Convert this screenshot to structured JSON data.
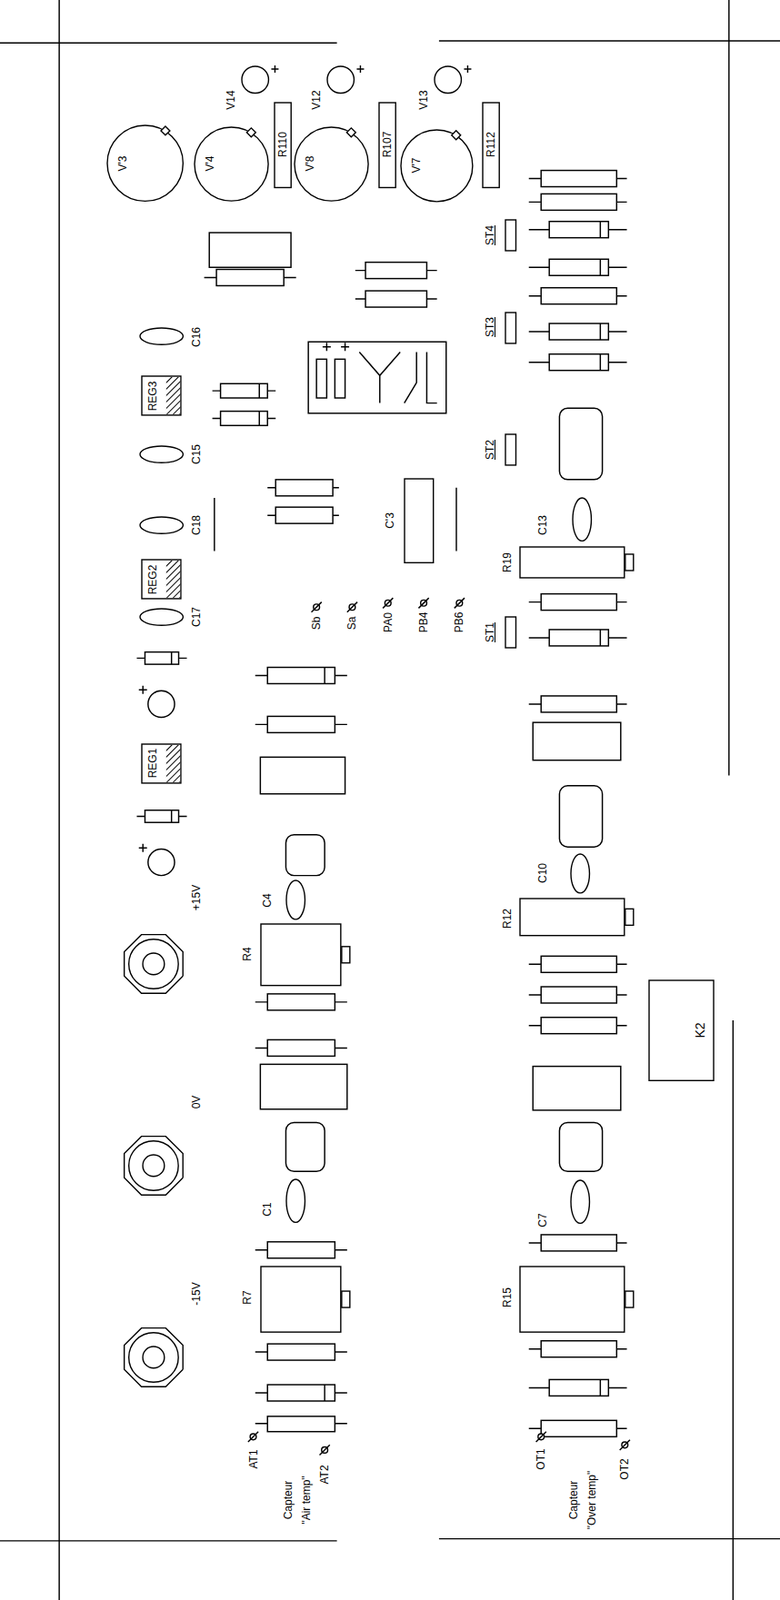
{
  "diagram": {
    "nodes": [
      {
        "text": [
          "V'3"
        ]
      },
      {
        "text": [
          "V14"
        ]
      },
      {
        "text": [
          "V'4"
        ]
      },
      {
        "text": [
          "R110"
        ]
      },
      {
        "text": [
          "V12"
        ]
      },
      {
        "text": [
          "V'8"
        ]
      },
      {
        "text": [
          "R107"
        ]
      },
      {
        "text": [
          "V13"
        ]
      },
      {
        "text": [
          "V'7"
        ]
      },
      {
        "text": [
          "R112"
        ]
      },
      {
        "text": [
          "ST4"
        ]
      },
      {
        "text": [
          "ST3"
        ]
      },
      {
        "text": [
          "C16"
        ]
      },
      {
        "text": [
          "REG3"
        ]
      },
      {
        "text": [
          "ST2"
        ]
      },
      {
        "text": [
          "C15"
        ]
      },
      {
        "text": [
          "C'3"
        ]
      },
      {
        "text": [
          "C18"
        ]
      },
      {
        "text": [
          "C13"
        ]
      },
      {
        "text": [
          "R19"
        ]
      },
      {
        "text": [
          "REG2"
        ]
      },
      {
        "text": [
          "C17"
        ]
      },
      {
        "text": [
          "ST1"
        ]
      },
      {
        "text": [
          "REG1"
        ]
      },
      {
        "text": [
          "+15V"
        ]
      },
      {
        "text": [
          "C4"
        ]
      },
      {
        "text": [
          "C10"
        ]
      },
      {
        "text": [
          "R4"
        ]
      },
      {
        "text": [
          "R12"
        ]
      },
      {
        "text": [
          "K2"
        ]
      },
      {
        "text": [
          "0V"
        ]
      },
      {
        "text": [
          "C1"
        ]
      },
      {
        "text": [
          "C7"
        ]
      },
      {
        "text": [
          "R7"
        ]
      },
      {
        "text": [
          "R15"
        ]
      },
      {
        "text": [
          "-15V"
        ]
      }
    ],
    "labels": [
      "Sb",
      "Sa",
      "PA0",
      "PB4",
      "PB6",
      "AT1",
      "Capteur",
      "\"Air temp\"",
      "AT2",
      "OT1",
      "Capteur",
      "\"Over temp\"",
      "OT2"
    ]
  }
}
